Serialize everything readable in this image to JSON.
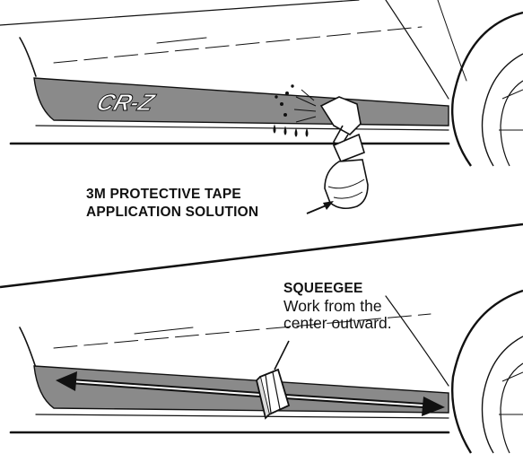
{
  "figure": {
    "badge_text": "CR-Z",
    "top_panel": {
      "callout_line1": "3M PROTECTIVE TAPE",
      "callout_line2": "APPLICATION SOLUTION"
    },
    "bottom_panel": {
      "tool_label": "SQUEEGEE",
      "instruction_line1": "Work from the",
      "instruction_line2": "center outward."
    },
    "colors": {
      "tape_fill": "#8a8a8a",
      "line": "#111111",
      "background": "#ffffff"
    }
  }
}
